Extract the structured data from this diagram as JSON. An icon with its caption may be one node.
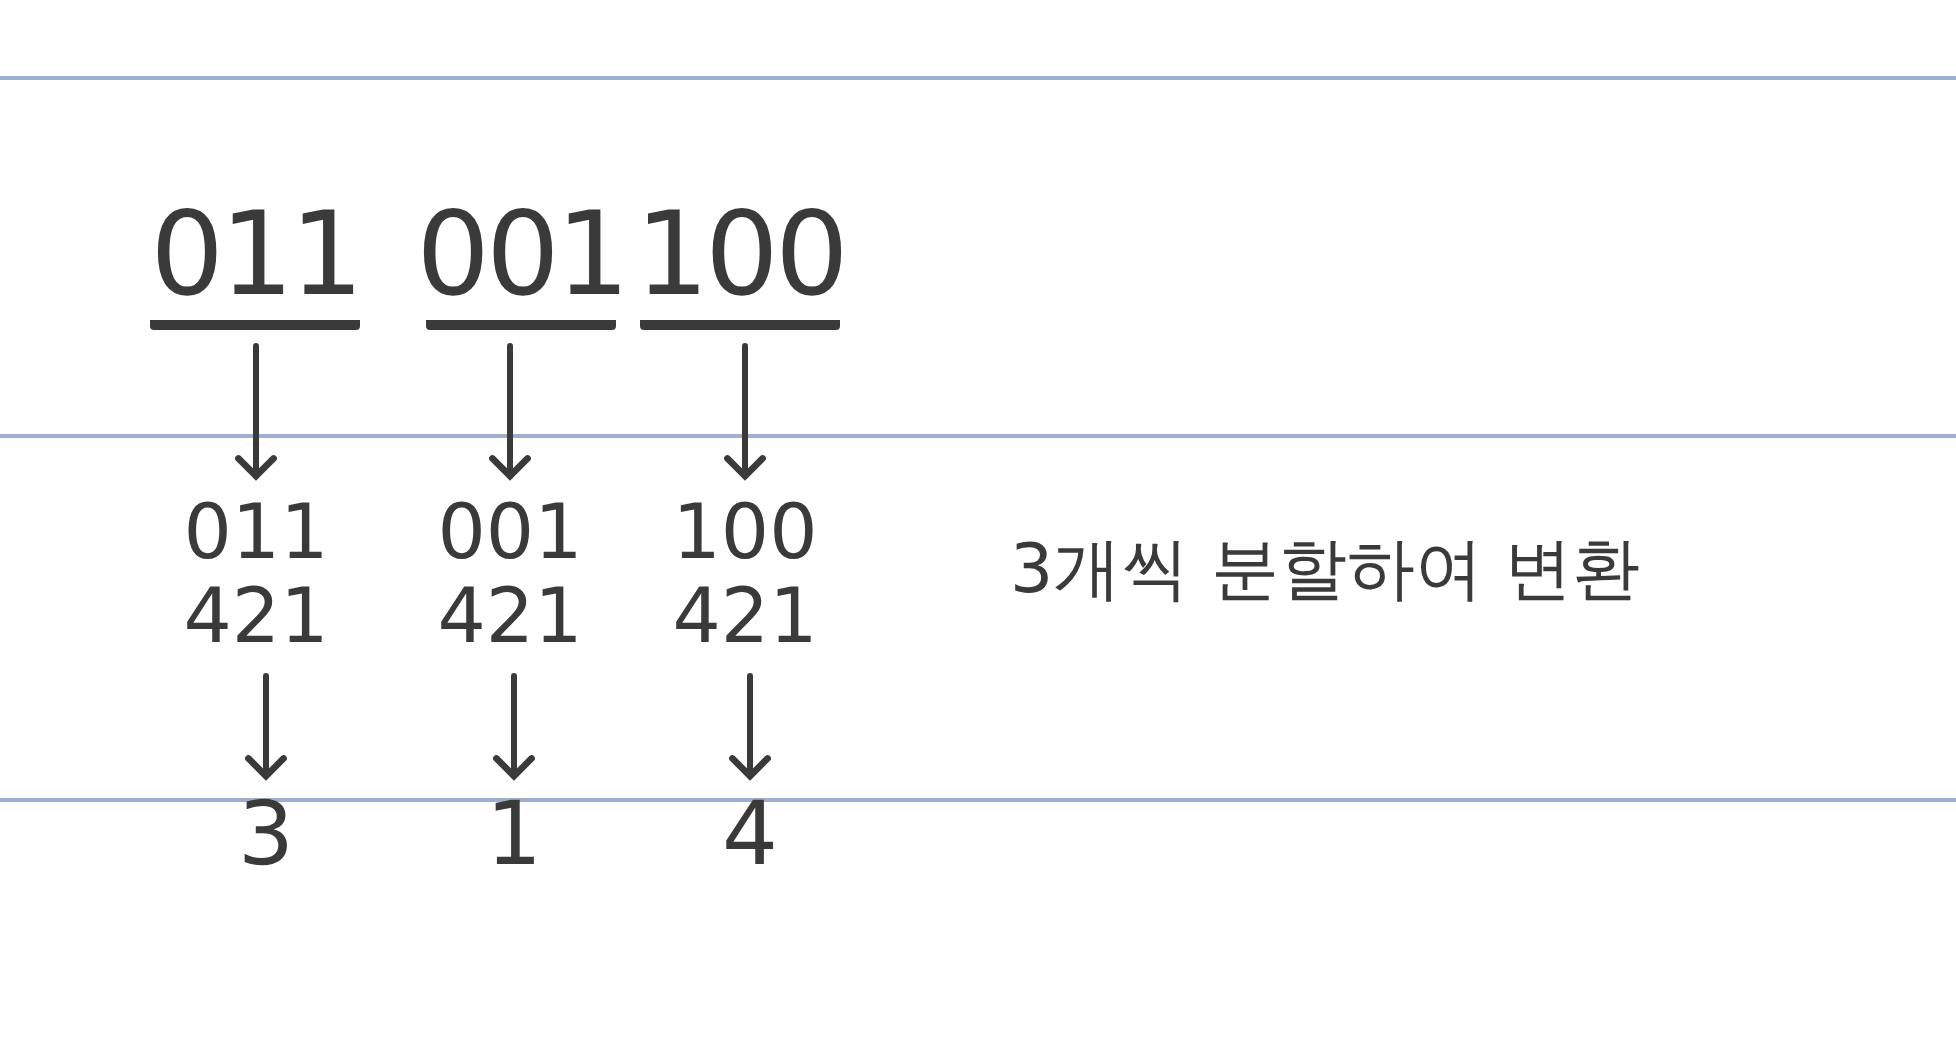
{
  "diagram": {
    "nodes": [
      {
        "text": [
          "011"
        ]
      },
      {
        "text": [
          "001"
        ]
      },
      {
        "text": [
          "100"
        ]
      },
      {
        "text": [
          "011",
          "421"
        ]
      },
      {
        "text": [
          "001",
          "421"
        ]
      },
      {
        "text": [
          "100",
          "421"
        ]
      },
      {
        "text": [
          "3"
        ]
      },
      {
        "text": [
          "1"
        ]
      },
      {
        "text": [
          "4"
        ]
      }
    ],
    "edges": [
      {
        "from": 0,
        "to": 3,
        "arrow": "to"
      },
      {
        "from": 1,
        "to": 4,
        "arrow": "to"
      },
      {
        "from": 2,
        "to": 5,
        "arrow": "to"
      },
      {
        "from": 3,
        "to": 6,
        "arrow": "to"
      },
      {
        "from": 4,
        "to": 7,
        "arrow": "to"
      },
      {
        "from": 5,
        "to": 8,
        "arrow": "to"
      }
    ],
    "labels": [
      "3개씩 분할하여 변환"
    ]
  }
}
